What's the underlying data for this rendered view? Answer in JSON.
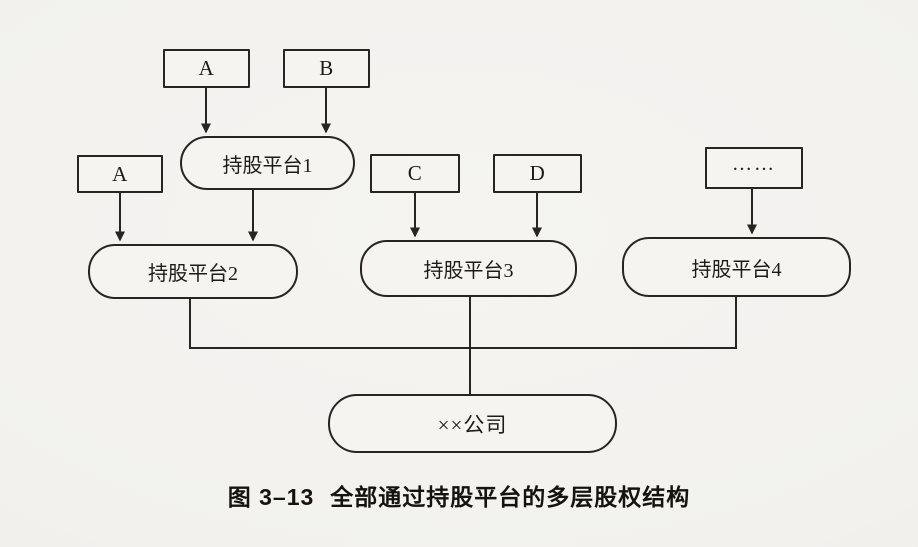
{
  "figure": {
    "colors": {
      "background": "#f2f1ee",
      "line": "#262522",
      "text": "#1c1b19"
    },
    "nodes": {
      "a_top": {
        "label": "A"
      },
      "b_top": {
        "label": "B"
      },
      "a_left": {
        "label": "A"
      },
      "c": {
        "label": "C"
      },
      "d": {
        "label": "D"
      },
      "ellipsis": {
        "label": "……"
      },
      "platform1": {
        "label": "持股平台1"
      },
      "platform2": {
        "label": "持股平台2"
      },
      "platform3": {
        "label": "持股平台3"
      },
      "platform4": {
        "label": "持股平台4"
      },
      "company": {
        "label": "××公司"
      }
    },
    "caption": {
      "figure_number": "图 3–13",
      "title": "全部通过持股平台的多层股权结构"
    }
  }
}
